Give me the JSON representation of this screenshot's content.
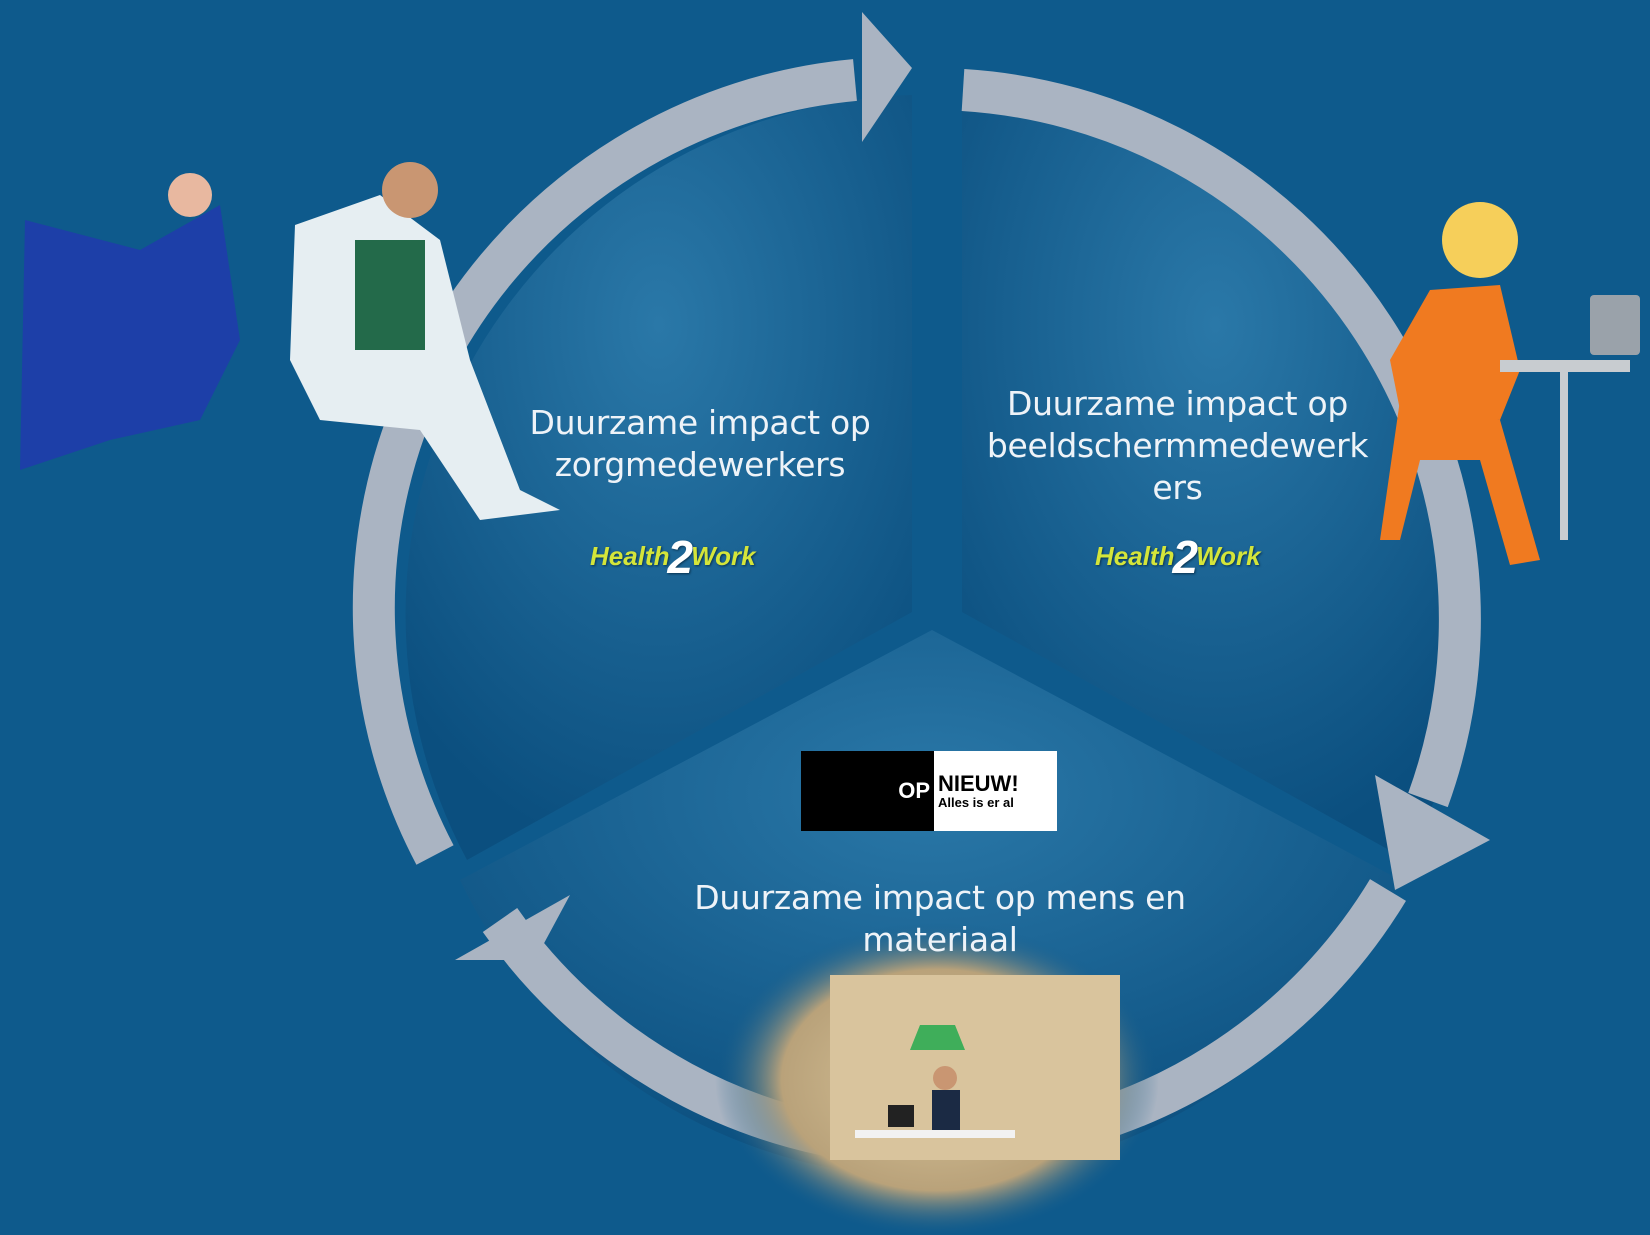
{
  "colors": {
    "background": "#0e5a8c",
    "segment_top": "#1f6d9e",
    "segment_bottom": "#0b4f7f",
    "arrow": "#aab4c2",
    "logo_green": "#d4e53a"
  },
  "segments": [
    {
      "lines": [
        "Duurzame impact op",
        "zorgmedewerkers"
      ],
      "logo": "health2work"
    },
    {
      "lines": [
        "Duurzame impact op",
        "beeldschermmedewerk",
        "ers"
      ],
      "logo": "health2work"
    },
    {
      "lines": [
        "Duurzame impact op mens en",
        "materiaal"
      ],
      "logo": "opnieuw"
    }
  ],
  "logos": {
    "health2work": {
      "part1": "Health",
      "part2": "2",
      "part3": "Work"
    },
    "opnieuw": {
      "op": "OP",
      "nieuw": "NIEUW!",
      "tagline": "Alles is er al"
    }
  },
  "photos": {
    "top_left": "jumping-healthcare-workers-photo",
    "top_right": "cartoon-nurse-at-desk-illustration",
    "bottom": "person-at-desk-in-recycled-materials-photo"
  }
}
